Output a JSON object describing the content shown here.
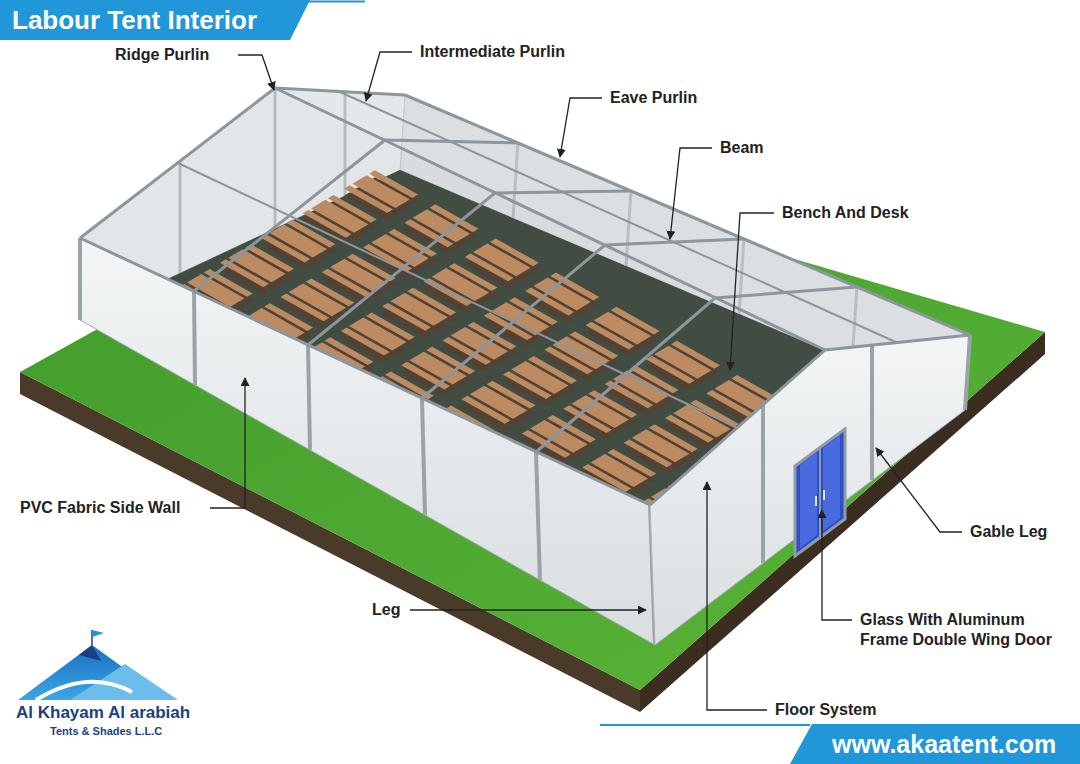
{
  "diagram": {
    "title": "Labour Tent Interior",
    "nodes": [
      {
        "text": [
          "www.akaatent.com"
        ]
      }
    ],
    "labels": [
      "Ridge Purlin",
      "Intermediate Purlin",
      "Eave Purlin",
      "Beam",
      "Bench And Desk",
      "PVC Fabric Side Wall",
      "Gable Leg",
      "Leg",
      "Glass With Aluminum Frame Double Wing Door",
      "Floor System",
      "Al Khayam Al arabiah",
      "Tents & Shades L.L.C"
    ]
  }
}
